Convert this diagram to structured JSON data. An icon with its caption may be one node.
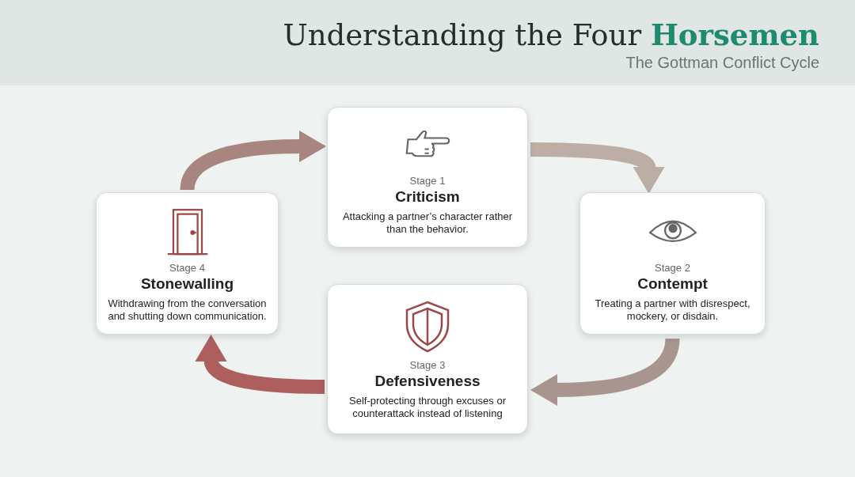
{
  "diagram": {
    "title": "Understanding the Four **Horsemen**",
    "caption": "The Gottman Conflict Cycle",
    "nodes": [
      {
        "text": [
          "Stage 1",
          "Criticism",
          "Attacking a partner’s character rather than the behavior."
        ]
      },
      {
        "text": [
          "Stage 2",
          "Contempt",
          "Treating a partner with disrespect, mockery, or disdain."
        ]
      },
      {
        "text": [
          "Stage 3",
          "Defensiveness",
          "Self-protecting through excuses or counterattack instead of listening"
        ]
      },
      {
        "text": [
          "Stage 4",
          "Stonewalling",
          "Withdrawing from the conversation and shutting down communication."
        ]
      }
    ],
    "edges": [
      {
        "from": 0,
        "to": 1,
        "arrow": "to",
        "color": "#bcaea5"
      },
      {
        "from": 1,
        "to": 2,
        "arrow": "to",
        "color": "#a8958f"
      },
      {
        "from": 2,
        "to": 3,
        "arrow": "to",
        "color": "#ad5f5e"
      },
      {
        "from": 3,
        "to": 0,
        "arrow": "to",
        "color": "#a98580"
      }
    ]
  }
}
